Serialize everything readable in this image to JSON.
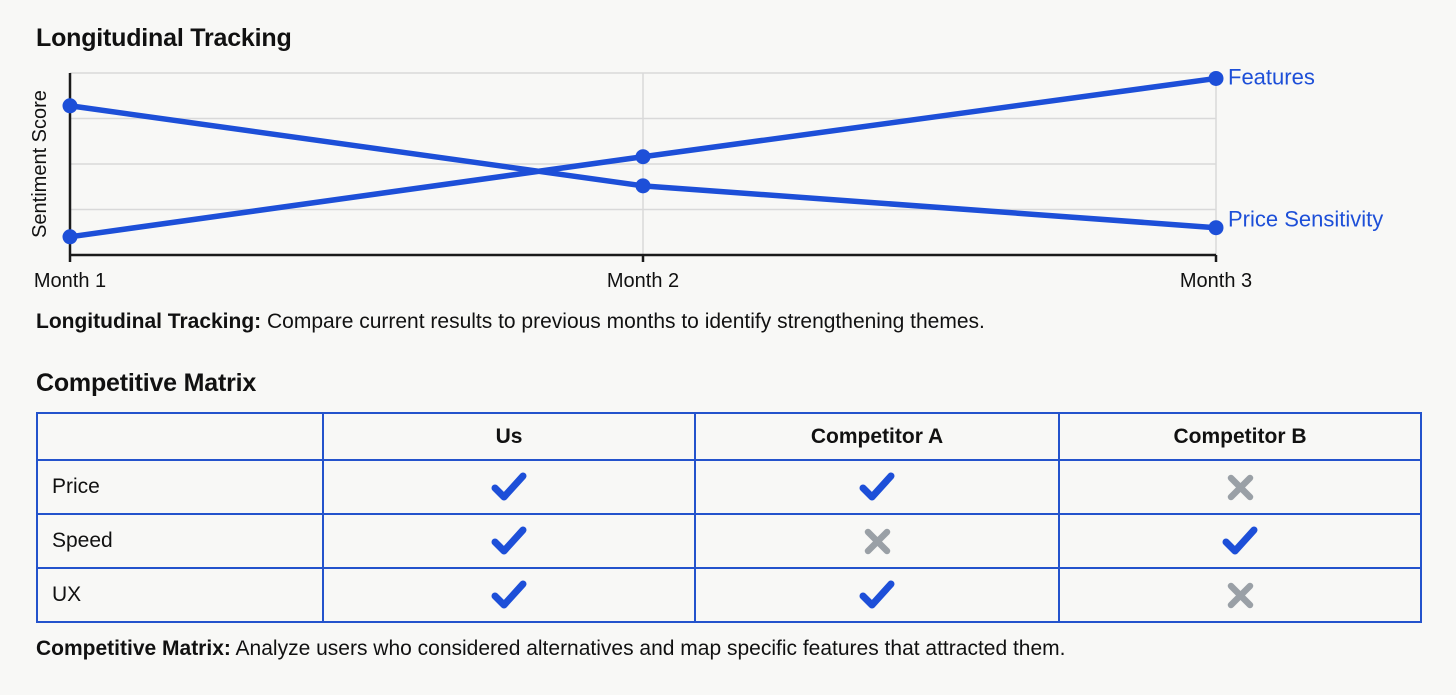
{
  "colors": {
    "accent_blue": "#1d4fd8",
    "table_border": "#2453cc",
    "cross_gray": "#9aa0a6",
    "grid_gray": "#d9d9d9",
    "axis_black": "#1a1a1a",
    "text_black": "#111111"
  },
  "longitudinal": {
    "title": "Longitudinal Tracking",
    "caption_label": "Longitudinal Tracking:",
    "caption_text": " Compare current results to previous months to identify strengthening themes."
  },
  "chart_data": {
    "type": "line",
    "title": "Longitudinal Tracking",
    "xlabel": "",
    "ylabel": "Sentiment Score",
    "categories": [
      "Month 1",
      "Month 2",
      "Month 3"
    ],
    "series": [
      {
        "name": "Features",
        "values": [
          10,
          54,
          97
        ]
      },
      {
        "name": "Price Sensitivity",
        "values": [
          82,
          38,
          15
        ]
      }
    ],
    "ylim": [
      0,
      100
    ],
    "grid": true,
    "legend_position": "right-edge-labels",
    "line_color": "#1d4fd8"
  },
  "matrix": {
    "title": "Competitive Matrix",
    "caption_label": "Competitive Matrix:",
    "caption_text": " Analyze users who considered alternatives and map specific features that attracted them.",
    "columns": [
      "",
      "Us",
      "Competitor A",
      "Competitor B"
    ],
    "rows": [
      {
        "label": "Price",
        "cells": [
          "check",
          "check",
          "cross"
        ]
      },
      {
        "label": "Speed",
        "cells": [
          "check",
          "cross",
          "check"
        ]
      },
      {
        "label": "UX",
        "cells": [
          "check",
          "check",
          "cross"
        ]
      }
    ]
  }
}
